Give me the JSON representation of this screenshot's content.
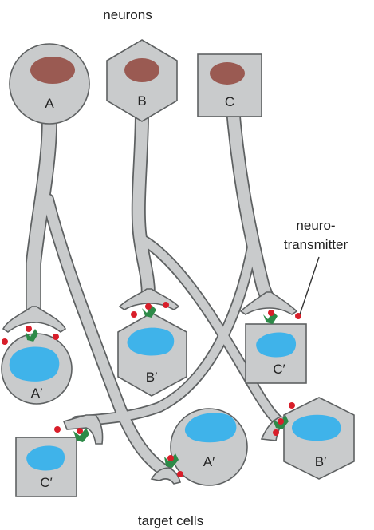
{
  "title": "neurons",
  "footer": "target cells",
  "callout": {
    "line1": "neuro-",
    "line2": "transmitter"
  },
  "neurons": [
    {
      "label": "A",
      "shape": "circle"
    },
    {
      "label": "B",
      "shape": "hexagon"
    },
    {
      "label": "C",
      "shape": "square"
    }
  ],
  "targets": [
    {
      "label": "A′",
      "shape": "circle"
    },
    {
      "label": "B′",
      "shape": "hexagon"
    },
    {
      "label": "C′",
      "shape": "square"
    },
    {
      "label": "C′",
      "shape": "square"
    },
    {
      "label": "A′",
      "shape": "circle"
    },
    {
      "label": "B′",
      "shape": "hexagon"
    }
  ],
  "colors": {
    "cell_fill": "#c9cbcc",
    "outline": "#5e6162",
    "neuron_nucleus": "#9a5a52",
    "target_nucleus": "#3fb3ea",
    "neurotransmitter": "#d81e2a",
    "receptor": "#2d8a48"
  }
}
